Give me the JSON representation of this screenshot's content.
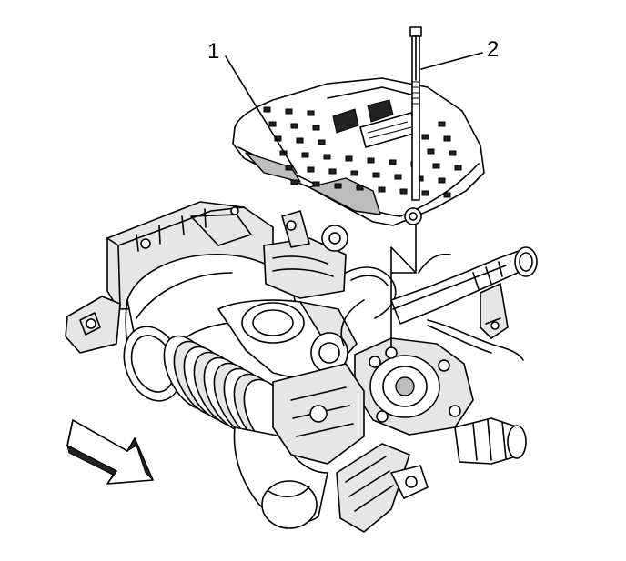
{
  "callouts": [
    {
      "id": "1",
      "label": "1"
    },
    {
      "id": "2",
      "label": "2"
    }
  ],
  "icons": {
    "direction_arrow": "front-direction-arrow-icon"
  }
}
